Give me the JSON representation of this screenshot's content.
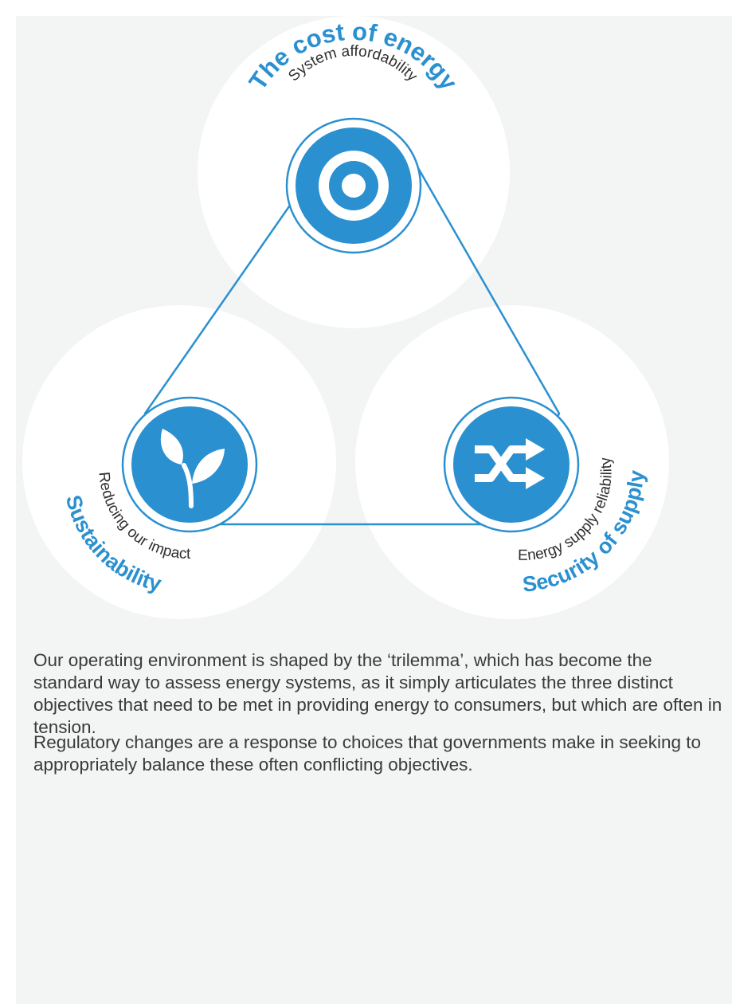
{
  "colors": {
    "accent": "#2a90d0",
    "text_dark": "#2f2f2f",
    "bubble": "#ffffff",
    "panel": "#f3f4f4"
  },
  "nodes": [
    {
      "id": "cost",
      "title": "The cost of energy",
      "subtitle": "System affordability",
      "icon": "target-icon"
    },
    {
      "id": "sustainability",
      "title": "Sustainability",
      "subtitle": "Reducing our impact",
      "icon": "leaf-sprout-icon"
    },
    {
      "id": "security",
      "title": "Security of supply",
      "subtitle": "Energy supply reliability",
      "icon": "shuffle-arrows-icon"
    }
  ],
  "body": {
    "paragraph1": "Our operating environment is shaped by the ‘trilemma’, which has become the standard way to assess energy systems, as it simply articulates the three distinct objectives that need to be met in providing energy to consumers, but which are often in tension.",
    "paragraph2": "Regulatory changes are a response to choices that governments make in seeking to appropriately balance these often conflicting objectives."
  }
}
